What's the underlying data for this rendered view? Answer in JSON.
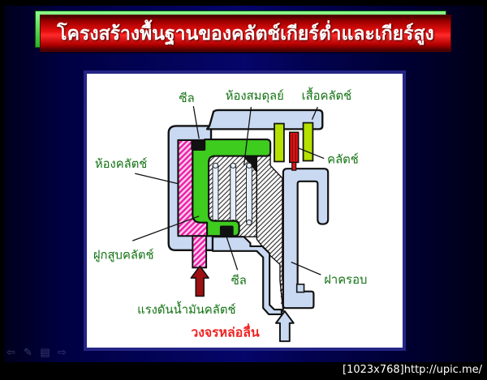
{
  "slide": {
    "title": "โครงสร้างพื้นฐานของคลัตช์เกียร์ต่ำและเกียร์สูง",
    "watermark": "[1023x768]http://upic.me/"
  },
  "diagram": {
    "labels": {
      "seal_top": "ซีล",
      "balance_chamber": "ห้องสมดุลย์",
      "clutch_housing": "เสื้อคลัตช์",
      "clutch_chamber": "ห้องคลัตช์",
      "clutch": "คลัตช์",
      "clutch_piston": "ฝูกสูบคลัตช์",
      "seal_bottom": "ซีล",
      "cover": "ฝาครอบ",
      "oil_pressure": "แรงดันน้ำมันคลัตช์",
      "lube_circuit": "วงจรหล่อลื่น"
    },
    "colors": {
      "housing_blue": "#c9d9f2",
      "piston_green": "#3ecc1e",
      "chamber_magenta": "#ee22aa",
      "plate_yellow_green": "#b5e000",
      "clutch_red": "#e01414",
      "pressure_arrow_red": "#a01010",
      "label_green": "#127212",
      "label_red": "#ee2222",
      "title_red": "#e81010",
      "title_edge_green": "#27b327"
    }
  },
  "nav": {
    "icons": [
      {
        "name": "prev",
        "glyph": "⇦"
      },
      {
        "name": "pen",
        "glyph": "✎"
      },
      {
        "name": "menu",
        "glyph": "▤"
      },
      {
        "name": "next",
        "glyph": "⇨"
      }
    ]
  }
}
